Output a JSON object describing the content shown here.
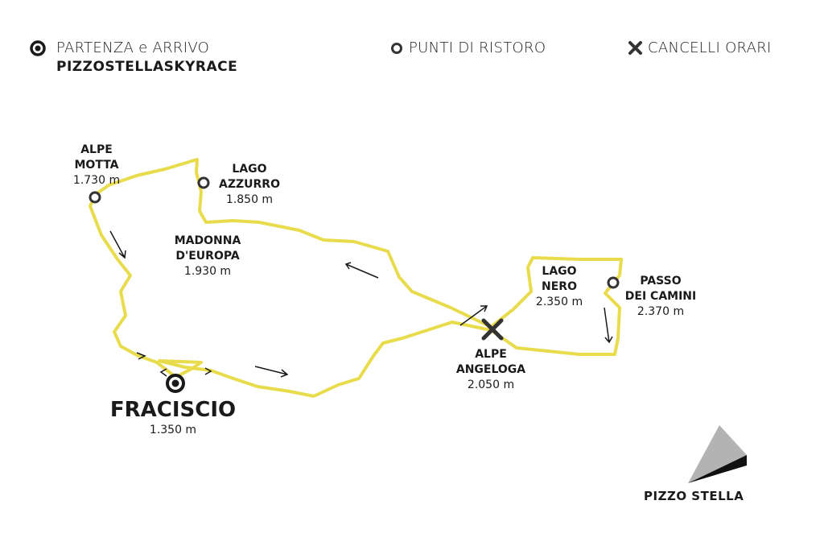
{
  "legend": {
    "start_finish": "PARTENZA e ARRIVO",
    "race_name": "PIZZOSTELLASKYRACE",
    "aid_stations": "PUNTI DI RISTORO",
    "cutoffs": "CANCELLI ORARI"
  },
  "places": {
    "alpe_motta": {
      "name1": "ALPE",
      "name2": "MOTTA",
      "alt": "1.730 m"
    },
    "lago_azzurro": {
      "name1": "LAGO",
      "name2": "AZZURRO",
      "alt": "1.850 m"
    },
    "madonna": {
      "name1": "MADONNA",
      "name2": "D'EUROPA",
      "alt": "1.930 m"
    },
    "lago_nero": {
      "name1": "LAGO",
      "name2": "NERO",
      "alt": "2.350 m"
    },
    "passo": {
      "name1": "PASSO",
      "name2": "DEI CAMINI",
      "alt": "2.370 m"
    },
    "angeloga": {
      "name1": "ALPE",
      "name2": "ANGELOGA",
      "alt": "2.050 m"
    },
    "fraciscio": {
      "name": "FRACISCIO",
      "alt": "1.350 m"
    }
  },
  "peak": {
    "name": "PIZZO STELLA"
  },
  "colors": {
    "route": "#e8dc4c",
    "ink": "#1a1a1a",
    "peak_gray": "#b3b3b3"
  }
}
